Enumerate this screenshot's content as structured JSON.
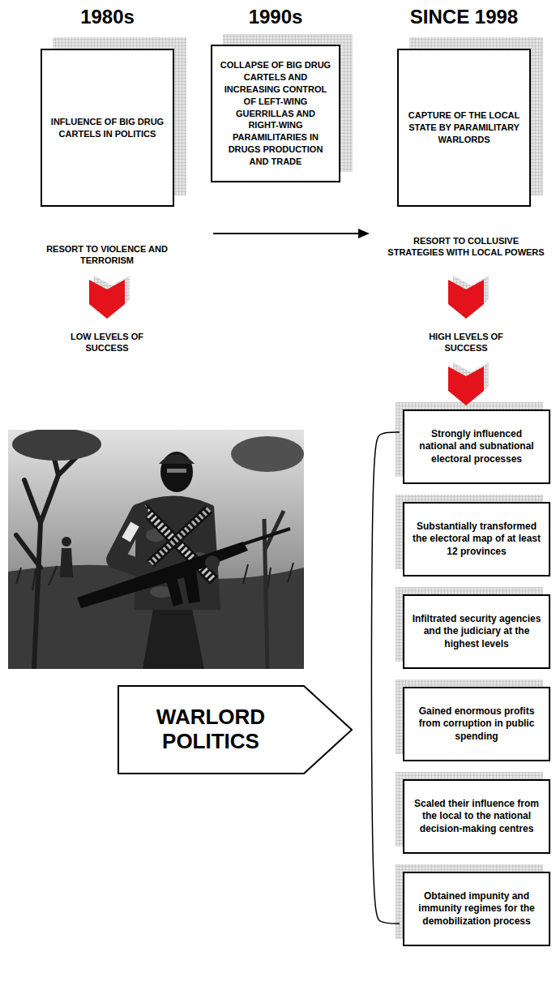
{
  "diagram": {
    "nodes": [
      {
        "text": [
          "1980s",
          "INFLUENCE OF BIG DRUG CARTELS IN POLITICS"
        ]
      },
      {
        "text": [
          "1990s",
          "COLLAPSE OF BIG DRUG CARTELS AND INCREASING CONTROL OF LEFT-WING GUERRILLAS AND RIGHT-WING PARAMILITARIES IN DRUGS PRODUCTION AND TRADE"
        ]
      },
      {
        "text": [
          "SINCE 1998",
          "CAPTURE OF THE LOCAL STATE BY PARAMILITARY WARLORDS"
        ]
      },
      {
        "text": [
          "Strongly influenced national and subnational electoral processes"
        ]
      },
      {
        "text": [
          "Substantially transformed the electoral map of at least 12 provinces"
        ]
      },
      {
        "text": [
          "Infiltrated security agencies and the judiciary at the highest levels"
        ]
      },
      {
        "text": [
          "Gained enormous profits from corruption in public spending"
        ]
      },
      {
        "text": [
          "Scaled their influence from the local to the national decision-making centres"
        ]
      },
      {
        "text": [
          "Obtained impunity and immunity regimes for the demobilization process"
        ]
      },
      {
        "text": [
          "WARLORD POLITICS"
        ]
      }
    ],
    "labels": [
      "RESORT TO VIOLENCE AND TERRORISM",
      "LOW LEVELS OF SUCCESS",
      "RESORT TO COLLUSIVE STRATEGIES WITH LOCAL POWERS",
      "HIGH LEVELS OF SUCCESS"
    ]
  }
}
